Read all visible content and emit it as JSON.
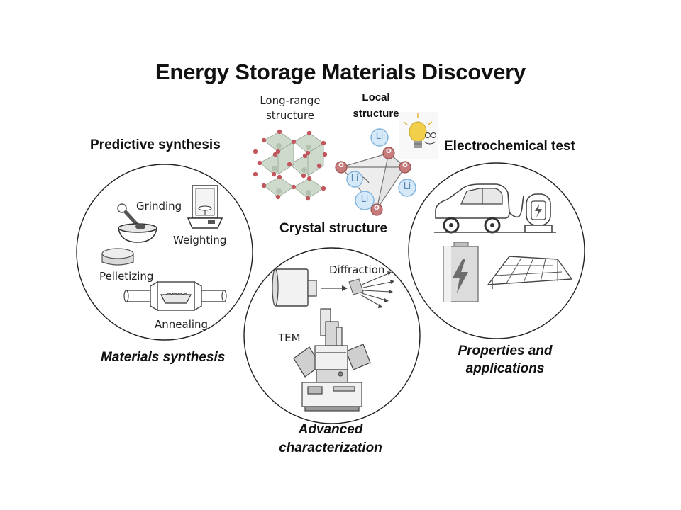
{
  "title": "Energy Storage Materials Discovery",
  "crystal": {
    "long_range": "Long-range\nstructure",
    "local": "Local\nstructure",
    "heading": "Crystal structure",
    "li_label": "Li",
    "o_label": "O"
  },
  "synthesis": {
    "heading": "Predictive synthesis",
    "grinding": "Grinding",
    "weighting": "Weighting",
    "pelletizing": "Pelletizing",
    "annealing": "Annealing",
    "caption": "Materials synthesis"
  },
  "characterization": {
    "diffraction": "Diffraction",
    "tem": "TEM",
    "caption_line1": "Advanced",
    "caption_line2": "characterization"
  },
  "applications": {
    "heading": "Electrochemical test",
    "caption_line1": "Properties and",
    "caption_line2": "applications"
  },
  "colors": {
    "circle_stroke": "#222222",
    "oxygen": "#b55a5a",
    "lithium": "#8fc0e8",
    "bulb": "#f2cf4a",
    "gray_dark": "#6d6d6d",
    "gray_light": "#bfbfbf"
  }
}
